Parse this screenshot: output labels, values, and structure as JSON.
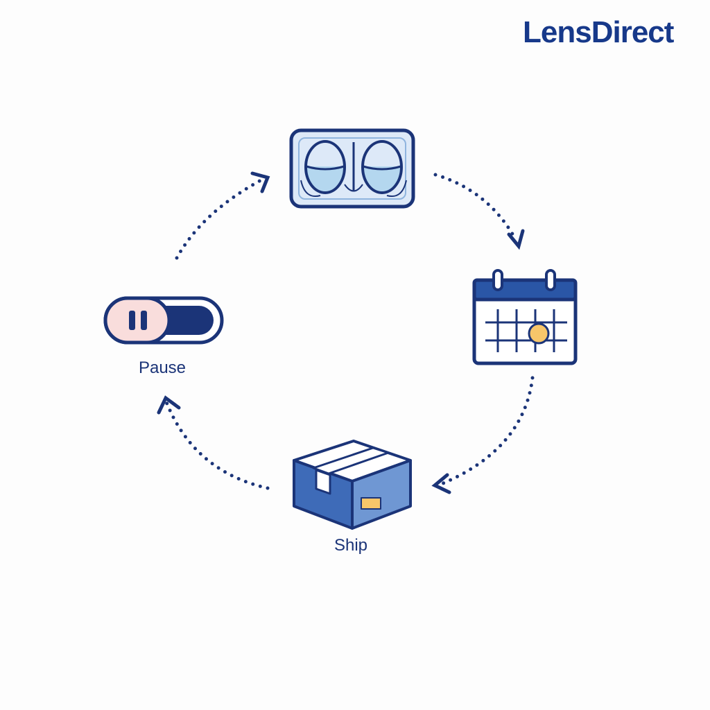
{
  "brand": {
    "logo_text": "LensDirect"
  },
  "cycle": {
    "steps": [
      {
        "id": "lenses",
        "icon": "contact-lens-case-icon",
        "label": ""
      },
      {
        "id": "schedule",
        "icon": "calendar-icon",
        "label": ""
      },
      {
        "id": "ship",
        "icon": "shipping-box-icon",
        "label": "Ship"
      },
      {
        "id": "pause",
        "icon": "pause-toggle-icon",
        "label": "Pause"
      }
    ]
  },
  "colors": {
    "navy": "#1b3478",
    "brand_blue": "#17398a",
    "light_blue": "#dde9f8",
    "liquid_blue": "#b4d7ef",
    "box_blue": "#3e6bb8",
    "box_side": "#6f97d3",
    "pause_pink": "#f9dddc",
    "calendar_dot": "#f7c66a"
  }
}
